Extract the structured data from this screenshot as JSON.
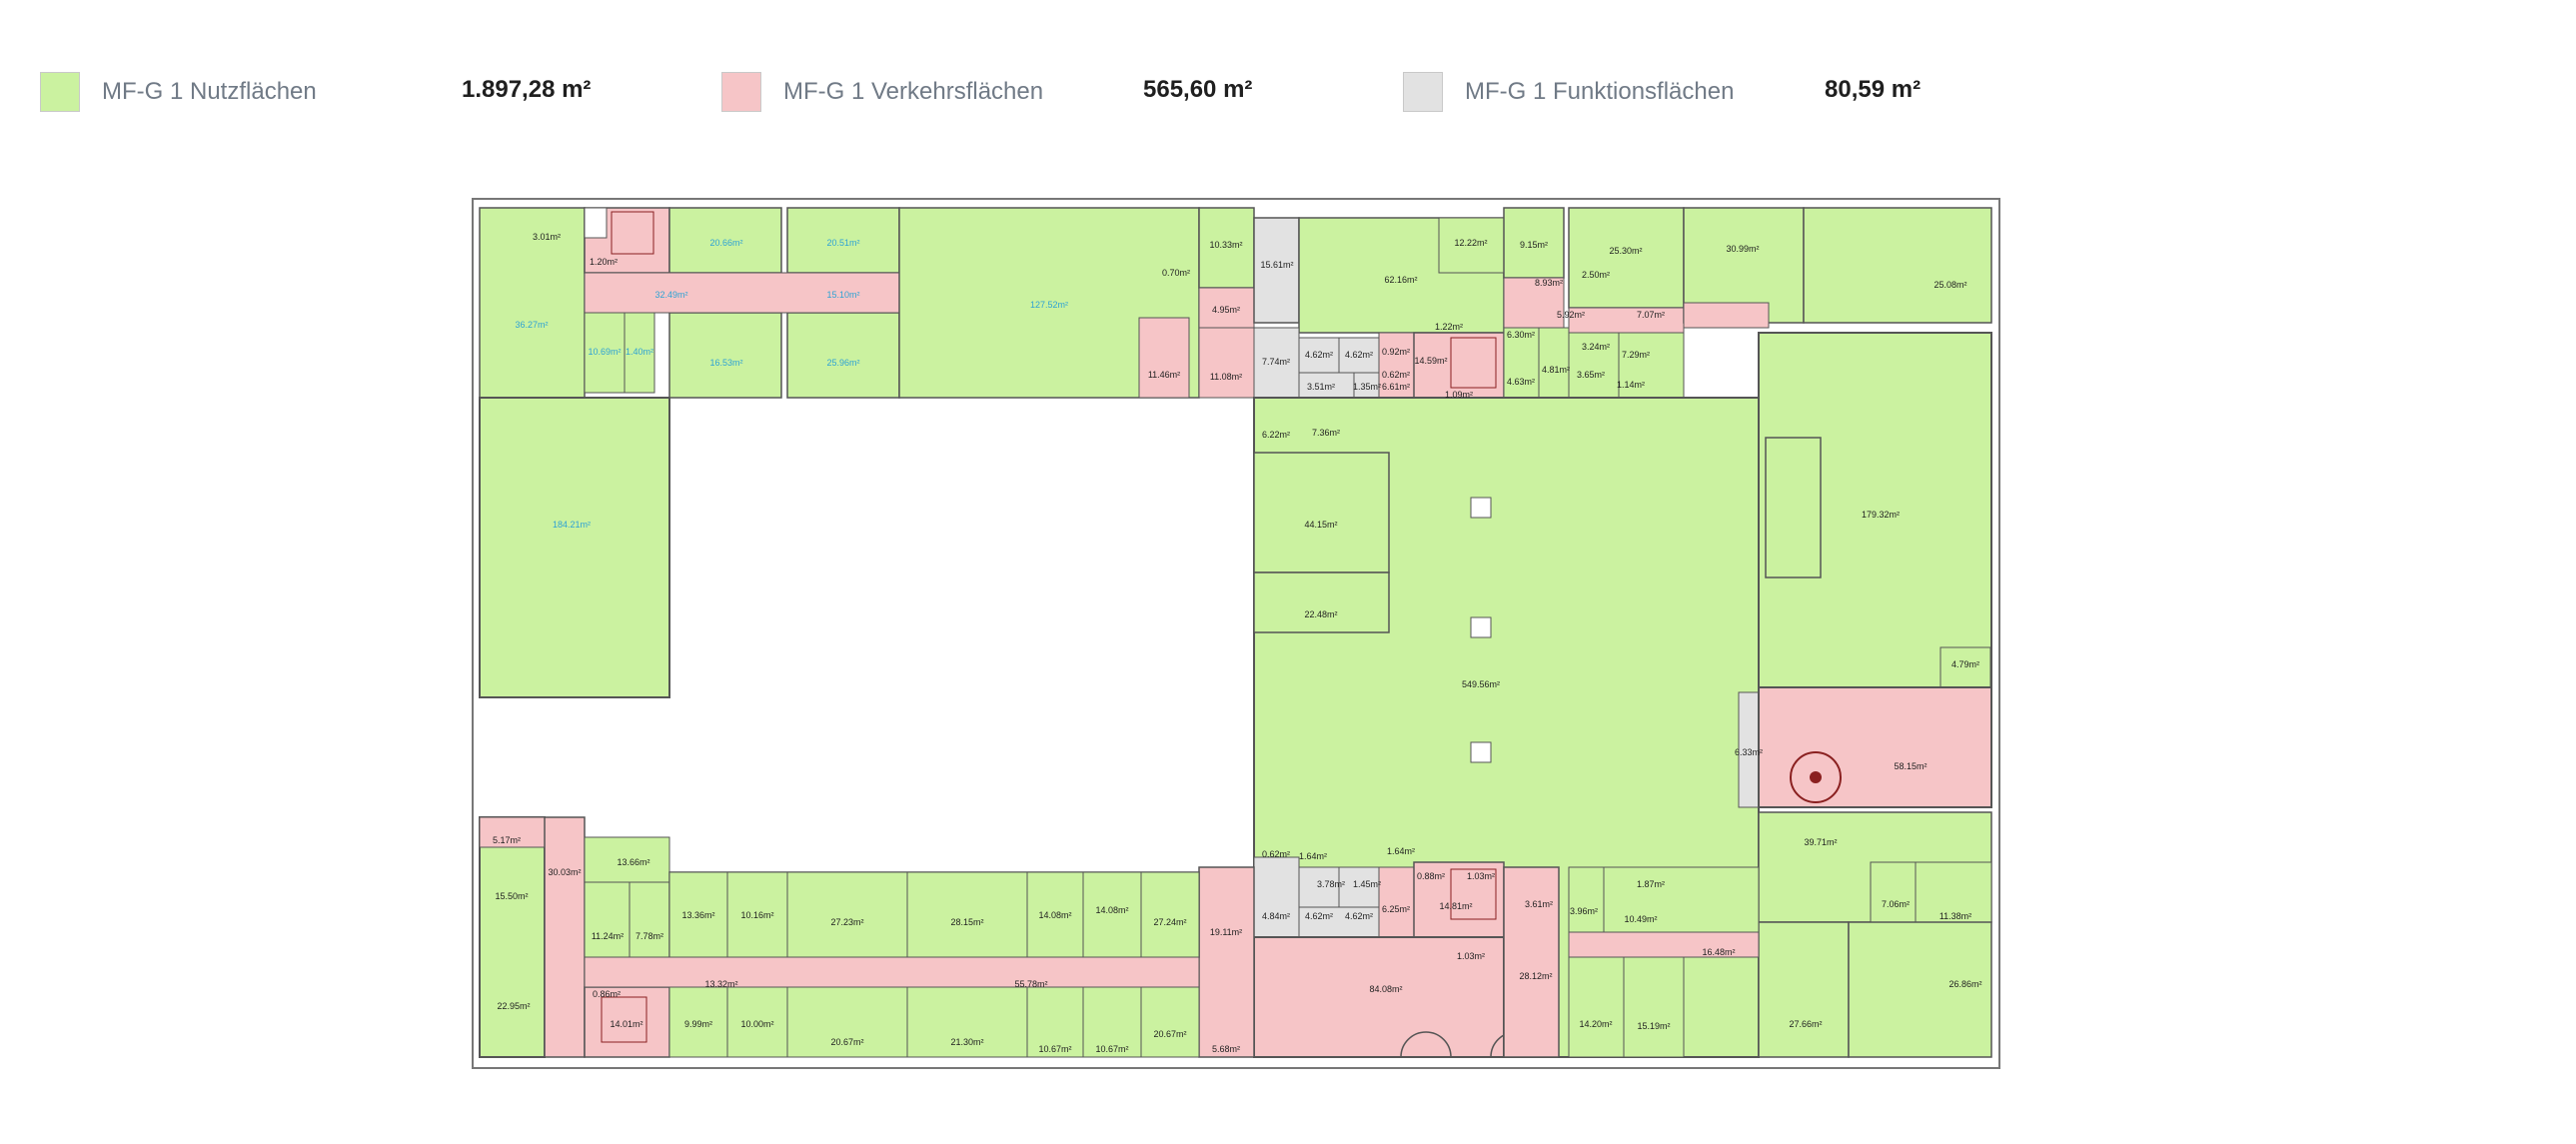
{
  "colors": {
    "nutz": "#cbf2a0",
    "verkehr": "#f6c5c7",
    "funktion": "#e2e2e2",
    "wall": "#555555"
  },
  "legend": [
    {
      "label": "MF-G 1 Nutzflächen",
      "value": "1.897,28 m²",
      "color": "#cbf2a0"
    },
    {
      "label": "MF-G 1 Verkehrsflächen",
      "value": "565,60 m²",
      "color": "#f6c5c7"
    },
    {
      "label": "MF-G 1 Funktionsflächen",
      "value": "80,59 m²",
      "color": "#e2e2e2"
    }
  ],
  "areas": {
    "a01": "3.01m²",
    "a02": "1.20m²",
    "a03": "20.66m²",
    "a04": "20.51m²",
    "a05": "32.49m²",
    "a06": "15.10m²",
    "a07": "127.52m²",
    "a08": "0.70m²",
    "a09": "10.33m²",
    "a10": "15.61m²",
    "a11": "62.16m²",
    "a12": "12.22m²",
    "a13": "9.15m²",
    "a14": "25.30m²",
    "a15": "30.99m²",
    "a16": "25.08m²",
    "a17": "36.27m²",
    "a18": "10.69m²",
    "a19": "1.40m²",
    "a20": "16.53m²",
    "a21": "25.96m²",
    "a22": "11.46m²",
    "a23": "4.95m²",
    "a24": "11.08m²",
    "a25": "7.74m²",
    "a26": "4.62m²",
    "a27": "4.62m²",
    "a28": "0.92m²",
    "a29": "1.22m²",
    "a30": "14.59m²",
    "a31": "8.93m²",
    "a32": "2.50m²",
    "a33": "5.92m²",
    "a34": "7.07m²",
    "a35": "6.30m²",
    "a36": "3.24m²",
    "a37": "7.29m²",
    "a38": "4.81m²",
    "a39": "4.63m²",
    "a40": "3.65m²",
    "a41": "1.14m²",
    "a42": "3.51m²",
    "a43": "1.35m²",
    "a44": "6.61m²",
    "a45": "0.62m²",
    "a46": "1.09m²",
    "a47": "6.22m²",
    "a48": "7.36m²",
    "a49": "184.21m²",
    "a50": "44.15m²",
    "a51": "22.48m²",
    "a52": "549.56m²",
    "a53": "179.32m²",
    "a54": "4.79m²",
    "a55": "6.33m²",
    "a56": "58.15m²",
    "a57": "5.17m²",
    "a58": "13.66m²",
    "a59": "15.50m²",
    "a60": "30.03m²",
    "a61": "11.24m²",
    "a62": "7.78m²",
    "a63": "13.36m²",
    "a64": "10.16m²",
    "a65": "27.23m²",
    "a66": "28.15m²",
    "a67": "14.08m²",
    "a68": "14.08m²",
    "a69": "27.24m²",
    "a70": "0.62m²",
    "a71": "1.64m²",
    "a72": "3.78m²",
    "a73": "1.45m²",
    "a74": "1.64m²",
    "a75": "0.88m²",
    "a76": "1.03m²",
    "a77": "3.61m²",
    "a78": "3.96m²",
    "a79": "1.87m²",
    "a80": "39.71m²",
    "a81": "7.06m²",
    "a82": "11.38m²",
    "a83": "19.11m²",
    "a84": "4.84m²",
    "a85": "4.62m²",
    "a86": "4.62m²",
    "a87": "6.25m²",
    "a88": "14.81m²",
    "a89": "1.03m²",
    "a90": "10.49m²",
    "a91": "16.48m²",
    "a92": "0.86m²",
    "a93": "13.32m²",
    "a94": "55.78m²",
    "a95": "84.08m²",
    "a96": "28.12m²",
    "a97": "26.86m²",
    "a98": "22.95m²",
    "a99": "14.01m²",
    "b01": "9.99m²",
    "b02": "10.00m²",
    "b03": "20.67m²",
    "b04": "21.30m²",
    "b05": "10.67m²",
    "b06": "10.67m²",
    "b07": "20.67m²",
    "b08": "5.68m²",
    "b09": "14.20m²",
    "b10": "15.19m²",
    "b11": "27.66m²"
  }
}
